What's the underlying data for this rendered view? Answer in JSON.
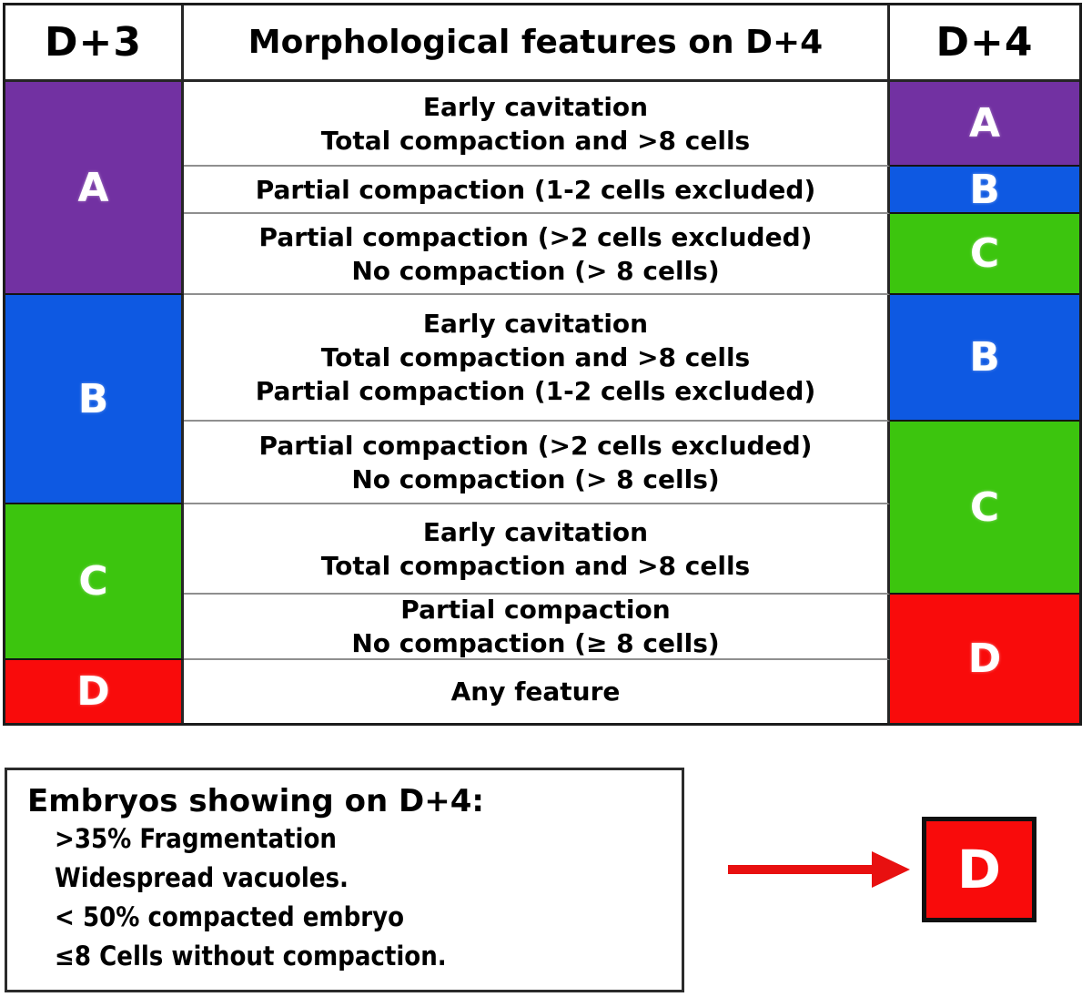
{
  "palette": {
    "purple": "#7231A2",
    "blue": "#0E59E2",
    "green": "#3CC50E",
    "red": "#F90B0B",
    "arrow_red": "#E81010"
  },
  "table": {
    "headers": {
      "d3": "D+3",
      "features": "Morphological features on D+4",
      "d4": "D+4"
    },
    "d3_grades": [
      {
        "label": "A",
        "color": "purple"
      },
      {
        "label": "B",
        "color": "blue"
      },
      {
        "label": "C",
        "color": "green"
      },
      {
        "label": "D",
        "color": "red"
      }
    ],
    "rows": [
      {
        "lines": [
          "Early cavitation",
          "Total compaction and >8 cells"
        ]
      },
      {
        "lines": [
          "Partial compaction (1-2 cells excluded)"
        ]
      },
      {
        "lines": [
          "Partial compaction (>2 cells excluded)",
          "No compaction (> 8 cells)"
        ]
      },
      {
        "lines": [
          "Early cavitation",
          "Total compaction and >8 cells",
          "Partial compaction (1-2 cells excluded)"
        ]
      },
      {
        "lines": [
          "Partial compaction (>2 cells excluded)",
          "No compaction (> 8 cells)"
        ]
      },
      {
        "lines": [
          "Early cavitation",
          "Total compaction and >8 cells"
        ]
      },
      {
        "lines": [
          "Partial compaction",
          "No compaction (≥ 8 cells)"
        ]
      },
      {
        "lines": [
          "Any feature"
        ]
      }
    ],
    "d4_grades": [
      {
        "label": "A",
        "color": "purple"
      },
      {
        "label": "B",
        "color": "blue"
      },
      {
        "label": "C",
        "color": "green"
      },
      {
        "label": "B",
        "color": "blue"
      },
      {
        "label": "C",
        "color": "green"
      },
      {
        "label": "D",
        "color": "red"
      }
    ]
  },
  "note_box": {
    "title": "Embryos showing on D+4:",
    "items": [
      ">35% Fragmentation",
      "Widespread vacuoles.",
      "< 50% compacted embryo",
      "≤8 Cells without compaction."
    ]
  },
  "callout": {
    "grade": "D"
  }
}
